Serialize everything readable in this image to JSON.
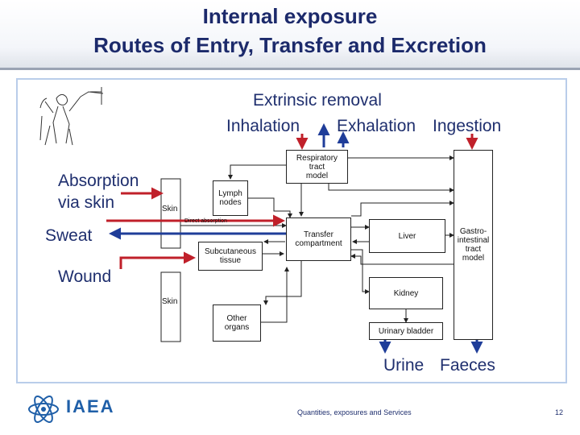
{
  "slide": {
    "title_line1": "Internal exposure",
    "title_line2": "Routes of Entry, Transfer and Excretion",
    "page_number": "12",
    "footer": "Quantities, exposures and Services",
    "org_logo_text": "IAEA"
  },
  "labels": {
    "extrinsic_removal": "Extrinsic removal",
    "inhalation": "Inhalation",
    "exhalation": "Exhalation",
    "ingestion": "Ingestion",
    "absorption_line1": "Absorption",
    "absorption_line2": "via skin",
    "sweat": "Sweat",
    "wound": "Wound",
    "urine": "Urine",
    "faeces": "Faeces"
  },
  "diagram": {
    "respiratory_line1": "Respiratory",
    "respiratory_line2": "tract",
    "respiratory_line3": "model",
    "lymph_line1": "Lymph",
    "lymph_line2": "nodes",
    "skin_top": "Skin",
    "direct_absorption": "Direct absorption",
    "subcutaneous_line1": "Subcutaneous",
    "subcutaneous_line2": "tissue",
    "transfer_line1": "Transfer",
    "transfer_line2": "compartment",
    "liver": "Liver",
    "gi_line1": "Gastro-",
    "gi_line2": "intestinal",
    "gi_line3": "tract",
    "gi_line4": "model",
    "kidney": "Kidney",
    "skin_bottom": "Skin",
    "other_line1": "Other",
    "other_line2": "organs",
    "urinary_bladder": "Urinary bladder"
  },
  "colors": {
    "title": "#1c2a6b",
    "entry_arrow": "#c0202a",
    "exit_arrow": "#1f3d99",
    "frame": "#b9cdea"
  }
}
